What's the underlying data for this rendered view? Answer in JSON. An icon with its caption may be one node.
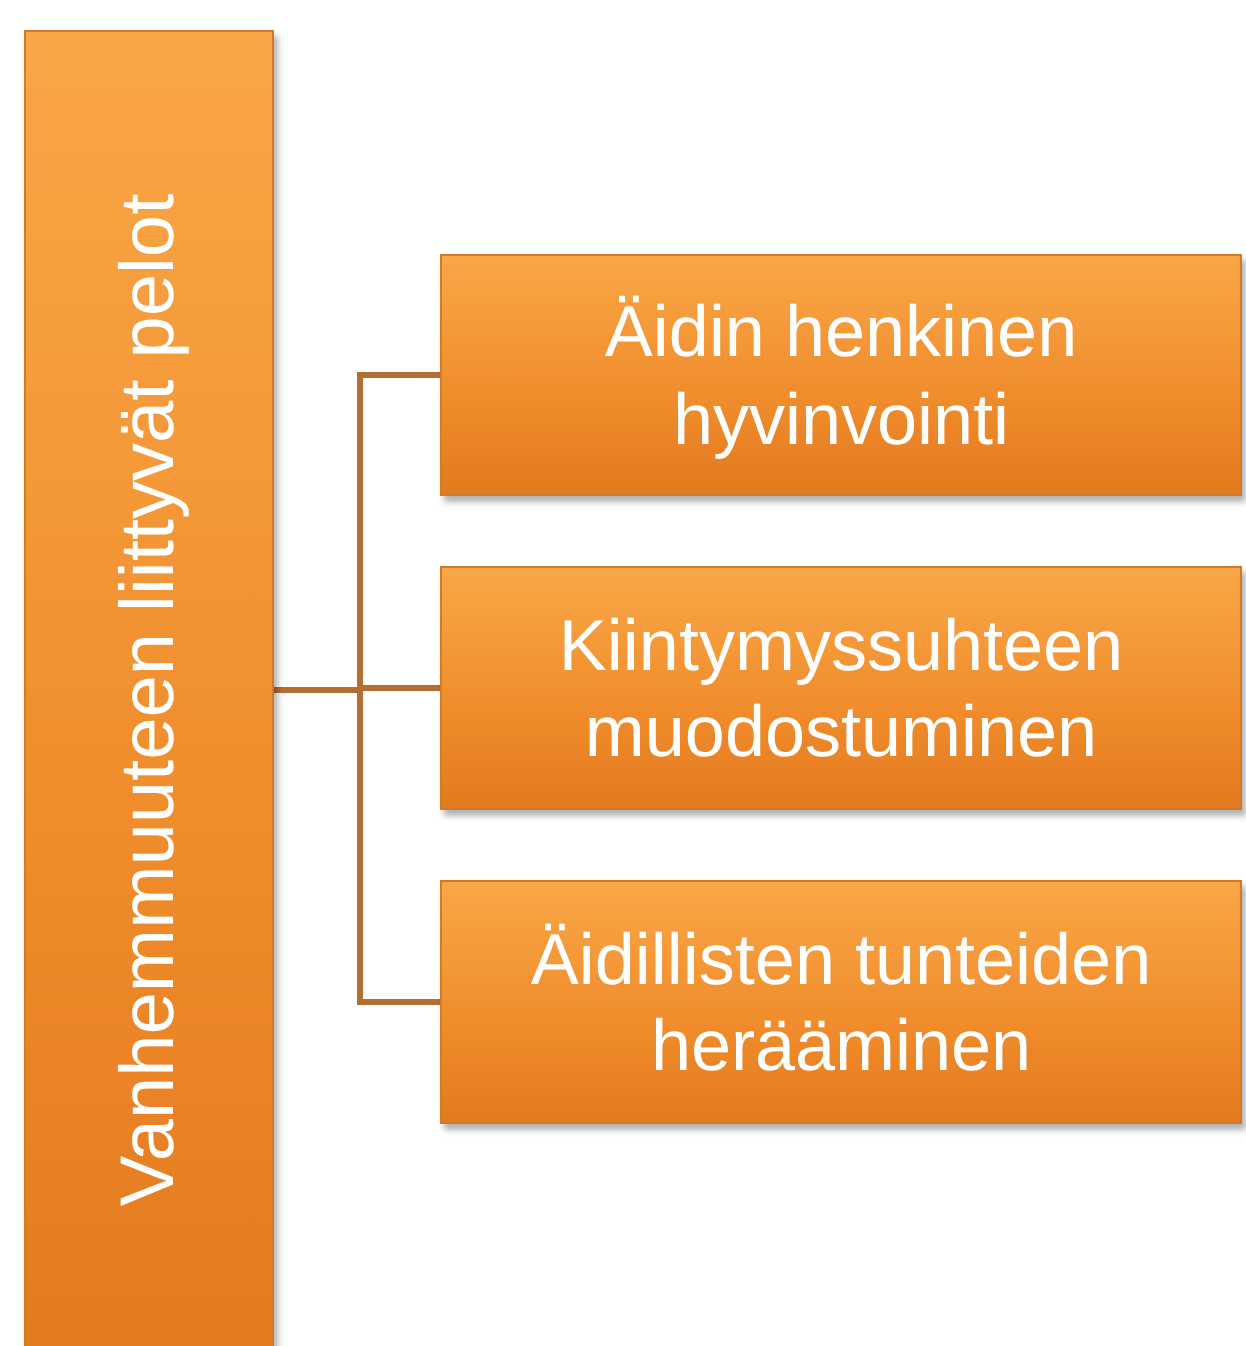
{
  "diagram": {
    "nodes": [
      {
        "text": [
          "Vanhemmuuteen liittyvät pelot"
        ]
      },
      {
        "text": [
          "Äidin henkinen hyvinvointi"
        ]
      },
      {
        "text": [
          "Kiintymyssuhteen muodostuminen"
        ]
      },
      {
        "text": [
          "Äidillisten tunteiden herääminen"
        ]
      }
    ],
    "edges": [
      {
        "from": 0,
        "to": 1,
        "arrow": "none"
      },
      {
        "from": 0,
        "to": 2,
        "arrow": "none"
      },
      {
        "from": 0,
        "to": 3,
        "arrow": "none"
      }
    ]
  }
}
